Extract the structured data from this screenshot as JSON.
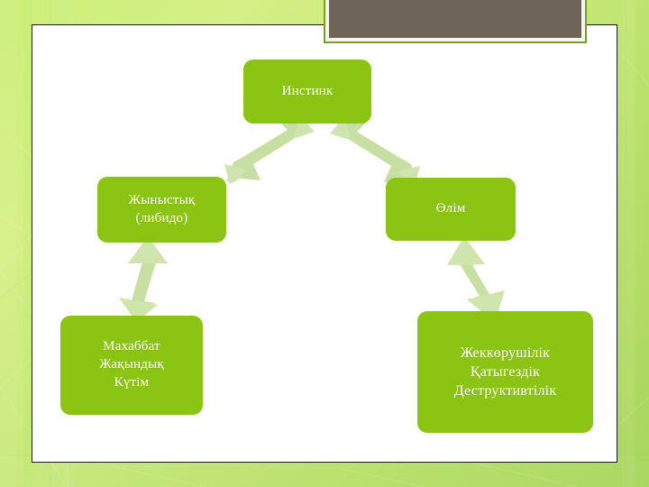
{
  "slide": {
    "title_block": {
      "name": "title-placeholder",
      "text": "",
      "fill_color": "#6e6558",
      "border_color": "#7d9b2a"
    },
    "background_color": "#c9e97c",
    "panel_color": "#ffffff",
    "node_color": "#8cc413",
    "arrow_color": "#c6dfa0",
    "text_color": "#ffffff"
  },
  "diagram": {
    "type": "flow",
    "nodes": [
      {
        "id": "instinct",
        "lines": [
          "Инстинк"
        ]
      },
      {
        "id": "sexual",
        "lines": [
          "Жыныстық",
          "(либидо)"
        ]
      },
      {
        "id": "death",
        "lines": [
          "Өлім"
        ]
      },
      {
        "id": "love",
        "lines": [
          "Махаббат",
          "Жақындық",
          "Күтім"
        ]
      },
      {
        "id": "hate",
        "lines": [
          "Жеккөрушілік",
          "Қатыгездік",
          "Деструктивтілік"
        ]
      }
    ],
    "connectors": [
      {
        "id": "instinct-sexual",
        "from": "instinct",
        "to": "sexual",
        "style": "double-arrow"
      },
      {
        "id": "instinct-death",
        "from": "instinct",
        "to": "death",
        "style": "double-arrow"
      },
      {
        "id": "sexual-love",
        "from": "sexual",
        "to": "love",
        "style": "double-arrow"
      },
      {
        "id": "death-hate",
        "from": "death",
        "to": "hate",
        "style": "double-arrow"
      }
    ]
  }
}
